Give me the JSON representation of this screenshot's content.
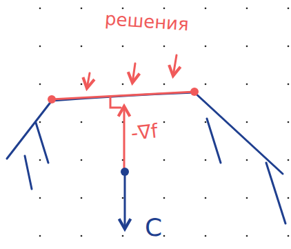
{
  "diagram": {
    "labels": [
      "решения",
      "-∇f",
      "C"
    ]
  }
}
